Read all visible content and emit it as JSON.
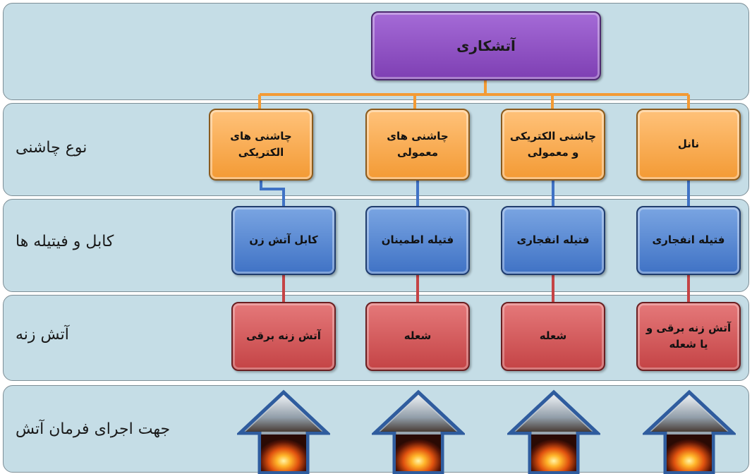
{
  "root": "آتشکاری",
  "rows": {
    "igniter_type": "نوع چاشنی",
    "cables": "کابل و فیتیله ها",
    "ignition": "آتش زنه",
    "direction": "جهت اجرای فرمان آتش"
  },
  "columns": [
    {
      "igniter": "چاشنی های الکتریکی",
      "cable": "کابل آتش زن",
      "ignition": "آتش زنه برقی"
    },
    {
      "igniter": "چاشنی های معمولی",
      "cable": "فتیله اطمینان",
      "ignition": "شعله"
    },
    {
      "igniter": "چاشنی الکتریکی و معمولی",
      "cable": "فتیله انفجاری",
      "ignition": "شعله"
    },
    {
      "igniter": "نانل",
      "cable": "فتیله انفجاری",
      "ignition": "آتش زنه برقی و یا شعله"
    }
  ],
  "colors": {
    "band": "#c5dde6",
    "root": "#8e4fc4",
    "igniter": "#f7a645",
    "cable": "#4a7fcf",
    "ignition": "#d0494b",
    "orange_line": "#f39a34",
    "blue_line": "#3f72c5",
    "red_line": "#c44345"
  },
  "arrow_icon": "fire-up-arrow-icon"
}
